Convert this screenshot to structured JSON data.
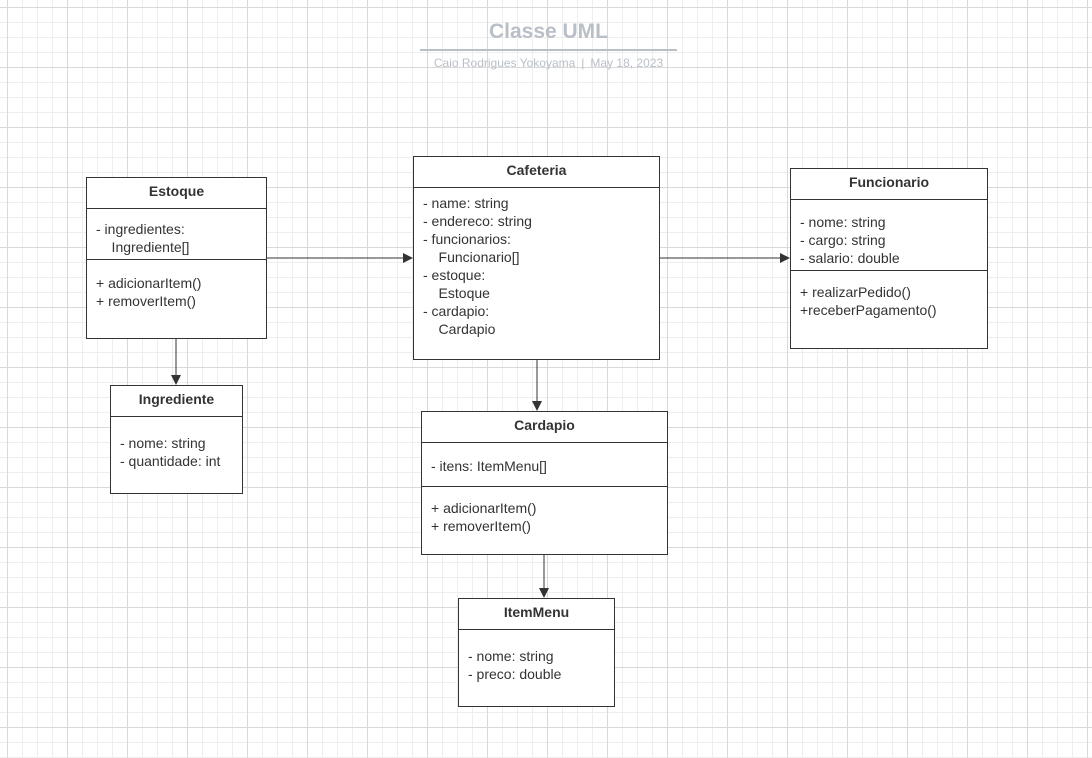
{
  "header": {
    "title": "Classe UML",
    "author": "Caio Rodrigues Yokoyama",
    "separator": "|",
    "date": "May 18, 2023"
  },
  "classes": {
    "estoque": {
      "name": "Estoque",
      "attributes": [
        "- ingredientes:",
        "    Ingrediente[]"
      ],
      "operations": [
        "+ adicionarItem()",
        "+ removerItem()"
      ]
    },
    "cafeteria": {
      "name": "Cafeteria",
      "attributes": [
        "- name: string",
        "- endereco: string",
        "- funcionarios:",
        "    Funcionario[]",
        "- estoque:",
        "    Estoque",
        "- cardapio:",
        "    Cardapio"
      ]
    },
    "funcionario": {
      "name": "Funcionario",
      "attributes": [
        "- nome: string",
        "- cargo: string",
        "- salario: double"
      ],
      "operations": [
        "+ realizarPedido()",
        "+receberPagamento()"
      ]
    },
    "ingrediente": {
      "name": "Ingrediente",
      "attributes": [
        "- nome: string",
        "- quantidade: int"
      ]
    },
    "cardapio": {
      "name": "Cardapio",
      "attributes": [
        "- itens: ItemMenu[]"
      ],
      "operations": [
        "+ adicionarItem()",
        "+ removerItem()"
      ]
    },
    "itemmenu": {
      "name": "ItemMenu",
      "attributes": [
        "- nome: string",
        "- preco: double"
      ]
    }
  }
}
